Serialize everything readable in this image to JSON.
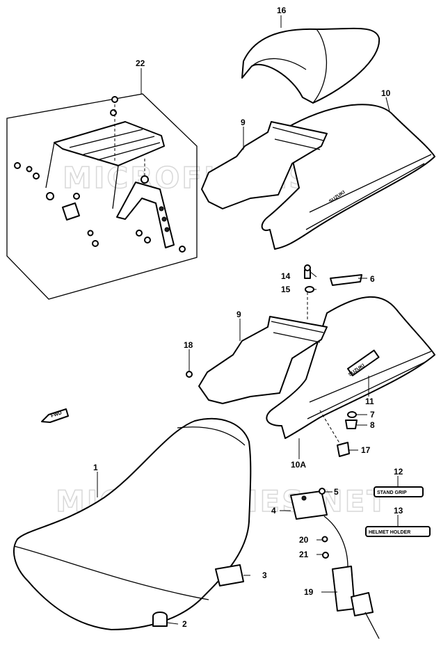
{
  "watermark": "MICROFICHES.NET",
  "callouts": {
    "c1": "1",
    "c2": "2",
    "c3": "3",
    "c4": "4",
    "c5": "5",
    "c6": "6",
    "c7": "7",
    "c8": "8",
    "c9a": "9",
    "c9b": "9",
    "c10": "10",
    "c10a": "10A",
    "c11": "11",
    "c12": "12",
    "c13": "13",
    "c14": "14",
    "c15": "15",
    "c16": "16",
    "c17": "17",
    "c18": "18",
    "c19": "19",
    "c20": "20",
    "c21": "21",
    "c22": "22"
  },
  "part_text": {
    "brand_upper": "SUZUKI",
    "brand_lower": "SUZUKI",
    "front_arrow": "FWD",
    "stand_grip": "STAND GRIP",
    "helmet_holder": "HELMET HOLDER"
  }
}
